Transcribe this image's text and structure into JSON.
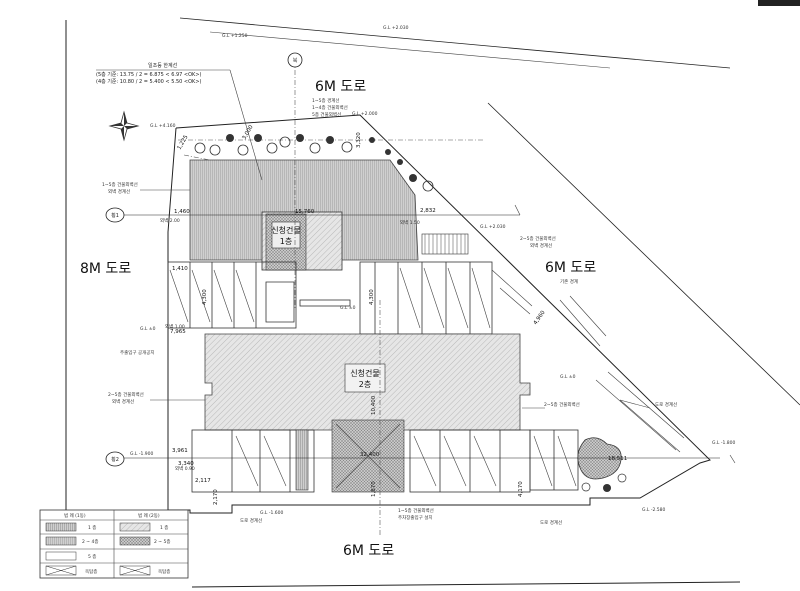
{
  "roads": {
    "top": "6M 도로",
    "left": "8M 도로",
    "right": "6M 도로",
    "bottom": "6M 도로"
  },
  "north_marker": "북",
  "section_markers": {
    "s1": "횡1",
    "s2": "횡2"
  },
  "setback_note": {
    "title": "일조등 한계선",
    "line1": "(5층 기준: 13.75 / 2 = 6.875 < 6.97 <OK>)",
    "line2": "(4층 기준: 10.80 / 2 = 5.400 < 5.50 <OK>)"
  },
  "elevations": {
    "gl_1250": "G.L +1.250",
    "gl_2030": "G.L +2.030",
    "gl_4160": "G.L +4.160",
    "gl_2000": "G.L +2.000",
    "gl_2030b": "G.L +2.030",
    "gl_00": "G.L ±0",
    "gl_0": "G.L ±0",
    "gl_1900": "G.L -1.900",
    "gl_1600": "G.L -1.600",
    "gl_2580": "G.L -2.580",
    "gl_1800": "G.L -1.800",
    "gl_c": "G.L ±0"
  },
  "buildings": {
    "north": {
      "name": "신청건물",
      "floors": "1층"
    },
    "south": {
      "name": "신청건물",
      "floors": "2층"
    }
  },
  "dimensions": {
    "d1460": "1,460",
    "d1410": "1,410",
    "d15760": "15,760",
    "d2832": "2,832",
    "d3961": "3,961",
    "d32400": "32,400",
    "d18511": "18,511",
    "d7965": "7,965",
    "d4300a": "4,300",
    "d4300b": "4,300",
    "d3320": "3,320",
    "d4170": "4,170",
    "d1870": "1,870",
    "d10400": "10,400",
    "d2117": "2,117",
    "d3340": "3,340",
    "d1225": "1,225",
    "d4960": "4,960",
    "d2170": "2,170",
    "d3000": "3,000"
  },
  "notes": {
    "n1": "1~5층 경계선",
    "n2": "1~4층 건물외벽선",
    "n3": "5층 건물외벽선",
    "n4": "1~5층 건물외벽선",
    "n5": "외벽 경계선",
    "n6": "2~5층 건물외벽선",
    "n7": "외벽 경계선",
    "n8": "2~5층 건물외벽선",
    "n9": "외벽 경계선",
    "n10": "기존 경계",
    "n11": "주출입구 공개공지",
    "n12": "도로 경계선",
    "n13": "2~5층 건물외벽선",
    "n14": "도로 경계선",
    "n15": "1~5층 건물외벽선",
    "n16": "주차장출입구 설치",
    "n17": "도로 경계선",
    "n18": "외벽 2.00",
    "n19": "외벽 1.00",
    "n20": "외벽 0.90",
    "n21": "외벽 1.50"
  },
  "legend": {
    "header_left": "범 례 (1동)",
    "header_right": "범 례 (2동)",
    "rows": [
      {
        "left": "1 층",
        "right": "1 층"
      },
      {
        "left": "2 ~ 4층",
        "right": "2 ~ 5층"
      },
      {
        "left": "5 층",
        "right": ""
      },
      {
        "left": "옥탑층",
        "right": "옥탑층"
      }
    ]
  },
  "colors": {
    "ink": "#222222",
    "hatch": "#777777",
    "fill_dense": "#bcbcbc"
  }
}
